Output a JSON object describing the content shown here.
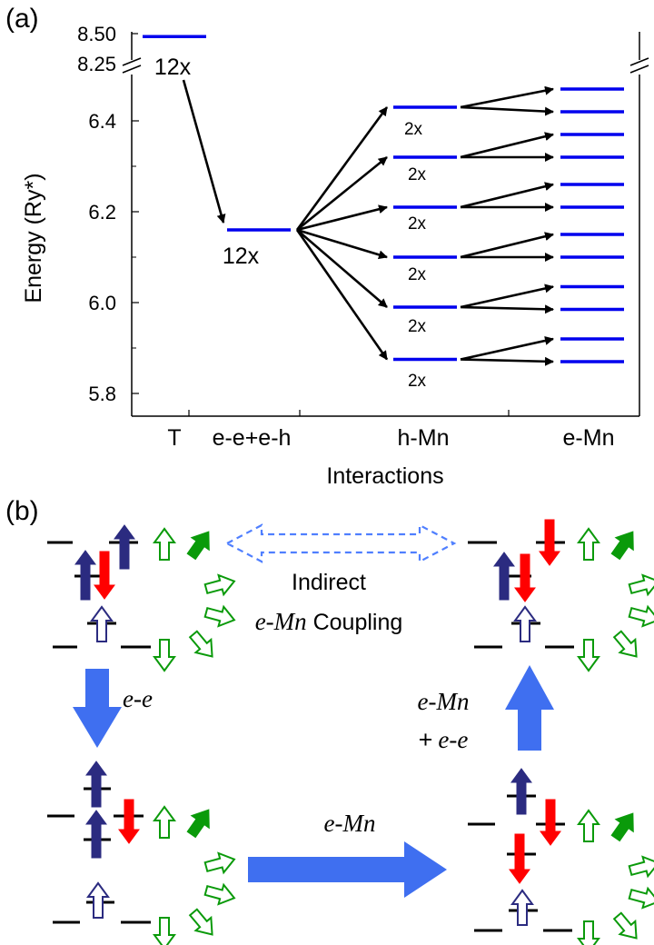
{
  "panel_a": {
    "label": "(a)",
    "y_axis_label": "Energy (Ry*)",
    "x_axis_label": "Interactions",
    "break_ticks": [
      "8.50",
      "8.25"
    ],
    "ticks": [
      "6.4",
      "6.2",
      "6.0",
      "5.8"
    ],
    "categories": [
      "T",
      "e-e+e-h",
      "h-Mn",
      "e-Mn"
    ],
    "degeneracy_T": "12x",
    "degeneracy_ee": "12x",
    "degeneracy_hmn": [
      "2x",
      "2x",
      "2x",
      "2x",
      "2x",
      "2x"
    ],
    "level_color": "#0000ee"
  },
  "chart_data": {
    "type": "level-diagram",
    "x_label": "Interactions",
    "y_label": "Energy (Ry*)",
    "categories": [
      "T",
      "e-e+e-h",
      "h-Mn",
      "e-Mn"
    ],
    "levels": {
      "T": [
        8.46
      ],
      "e-e+e-h": [
        6.16
      ],
      "h-Mn": [
        6.43,
        6.32,
        6.21,
        6.1,
        5.99,
        5.875
      ],
      "e-Mn": [
        6.47,
        6.42,
        6.37,
        6.32,
        6.26,
        6.21,
        6.15,
        6.1,
        6.035,
        5.985,
        5.92,
        5.87
      ]
    },
    "degeneracy": {
      "T": [
        "12x"
      ],
      "e-e+e-h": [
        "12x"
      ],
      "h-Mn": [
        "2x",
        "2x",
        "2x",
        "2x",
        "2x",
        "2x"
      ]
    },
    "y_ticks": [
      5.8,
      6.0,
      6.2,
      6.4
    ],
    "y_break_ticks": [
      8.25,
      8.5
    ],
    "ylim": [
      5.75,
      6.5
    ]
  },
  "panel_b": {
    "label": "(b)",
    "indirect_line1": "Indirect",
    "indirect_line2_italic": "e-Mn",
    "indirect_line2_rest": " Coupling",
    "ee_label": "e-e",
    "emn_label": "e-Mn",
    "emn_ee_line1": "e-Mn",
    "emn_ee_line2_plus": "+",
    "emn_ee_line2_italic": "e-e",
    "colors": {
      "navy": "#2b2b80",
      "red": "#ff0000",
      "green": "#0a9a0a",
      "blue_arrow": "#3f6ff0",
      "dashed_arrow": "#4f7fff"
    }
  }
}
